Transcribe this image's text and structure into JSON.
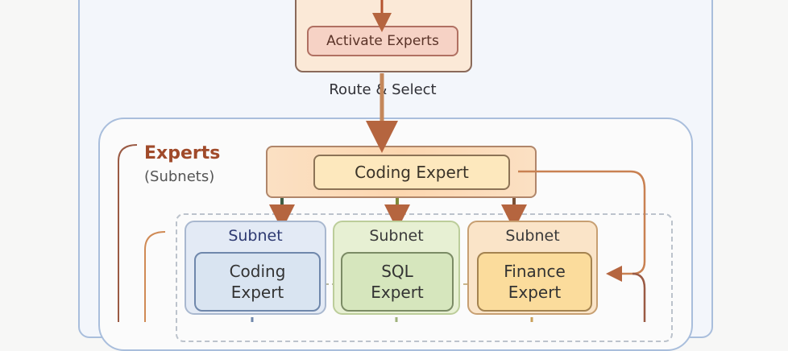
{
  "router": {
    "activate_label": "Activate Experts"
  },
  "route_label": "Route & Select",
  "experts": {
    "title": "Experts",
    "subtitle": "(Subnets)",
    "selected_expert": "Coding Expert",
    "subnets": [
      {
        "label": "Subnet",
        "expert": "Coding Expert"
      },
      {
        "label": "Subnet",
        "expert": "SQL Expert"
      },
      {
        "label": "Subnet",
        "expert": "Finance Expert"
      }
    ]
  },
  "colors": {
    "accent_orange": "#c07a45",
    "frame_blue": "#a9bedc",
    "title_red": "#a04a2a"
  }
}
